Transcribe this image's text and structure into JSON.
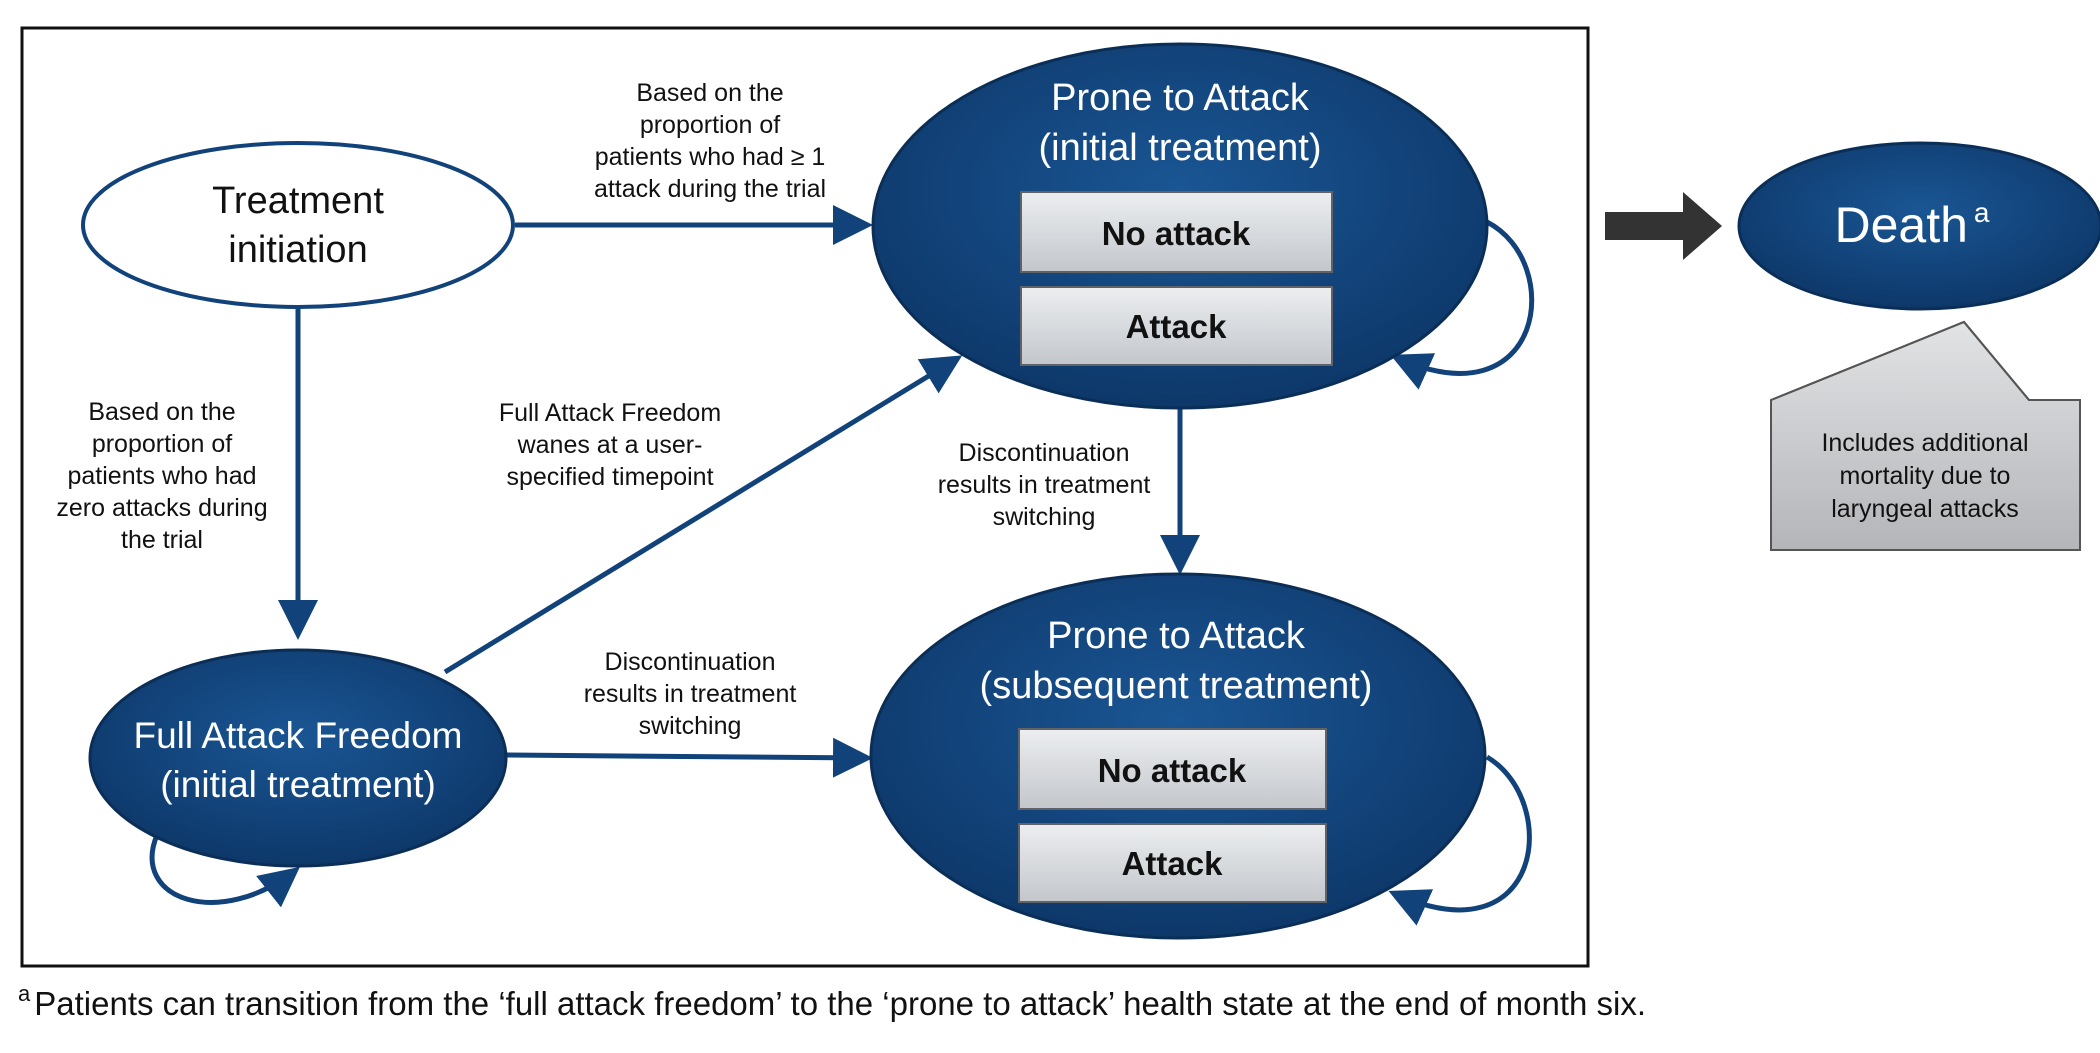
{
  "colors": {
    "state_fill": "#11427a",
    "state_border": "#0b2e57",
    "arrow": "#11427a",
    "substate_fill": "#d7dade",
    "callout_fill": "#c9cacc",
    "frame": "#111111",
    "big_arrow": "#333333"
  },
  "states": {
    "treatment_initiation": {
      "line1": "Treatment",
      "line2": "initiation"
    },
    "full_attack_freedom": {
      "line1": "Full Attack Freedom",
      "line2": "(initial treatment)"
    },
    "prone_initial": {
      "line1": "Prone to Attack",
      "line2": "(initial treatment)",
      "substates": [
        "No attack",
        "Attack"
      ]
    },
    "prone_subsequent": {
      "line1": "Prone to Attack",
      "line2": "(subsequent treatment)",
      "substates": [
        "No attack",
        "Attack"
      ]
    },
    "death": {
      "label": "Death",
      "superscript": "a"
    }
  },
  "transitions": {
    "init_to_prone": [
      "Based on the",
      "proportion of",
      "patients who had ≥ 1",
      "attack during the trial"
    ],
    "init_to_freedom": [
      "Based on the",
      "proportion of",
      "patients who had",
      "zero attacks during",
      "the trial"
    ],
    "freedom_to_prone": [
      "Full Attack Freedom",
      "wanes at a user-",
      "specified timepoint"
    ],
    "freedom_to_subsequent": [
      "Discontinuation",
      "results in treatment",
      "switching"
    ],
    "prone_to_subsequent": [
      "Discontinuation",
      "results in treatment",
      "switching"
    ]
  },
  "callout": [
    "Includes additional",
    "mortality due to",
    "laryngeal attacks"
  ],
  "footnote": {
    "marker": "a",
    "text": "Patients can transition from the ‘full attack freedom’ to the ‘prone to attack’ health state at the end of month six."
  }
}
